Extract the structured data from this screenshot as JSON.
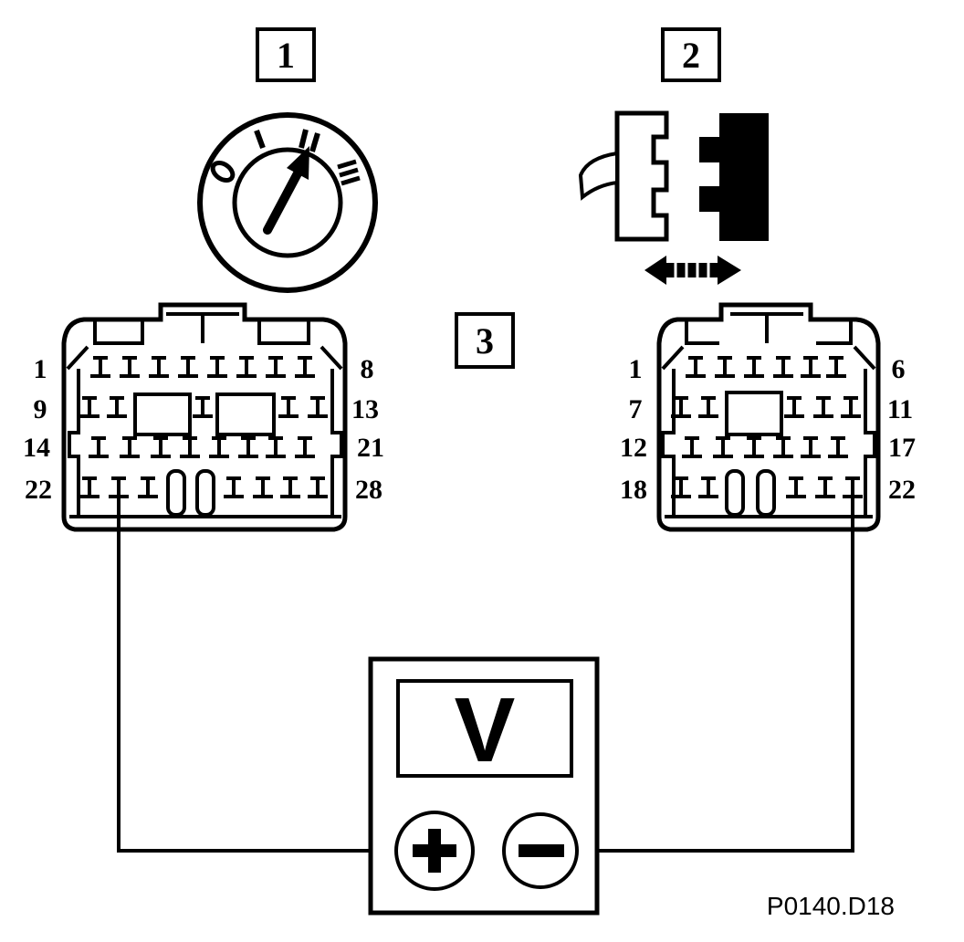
{
  "callouts": {
    "ignition_switch": "1",
    "connector_disconnect": "2",
    "connector_pair": "3"
  },
  "ignition": {
    "positions": [
      "0",
      "I",
      "II",
      "III"
    ]
  },
  "connector_left": {
    "pin_labels": {
      "row1_start": "1",
      "row1_end": "8",
      "row2_start": "9",
      "row2_end": "13",
      "row3_start": "14",
      "row3_end": "21",
      "row4_start": "22",
      "row4_end": "28"
    },
    "probe_pin": "23"
  },
  "connector_right": {
    "pin_labels": {
      "row1_start": "1",
      "row1_end": "6",
      "row2_start": "7",
      "row2_end": "11",
      "row3_start": "12",
      "row3_end": "17",
      "row4_start": "18",
      "row4_end": "22"
    },
    "probe_pin": "22"
  },
  "meter": {
    "display": "V",
    "positive_terminal": "+",
    "negative_terminal": "−"
  },
  "figure_code": "P0140.D18",
  "colors": {
    "ink": "#000000",
    "paper": "#ffffff",
    "display_fill": "#ffffff"
  }
}
